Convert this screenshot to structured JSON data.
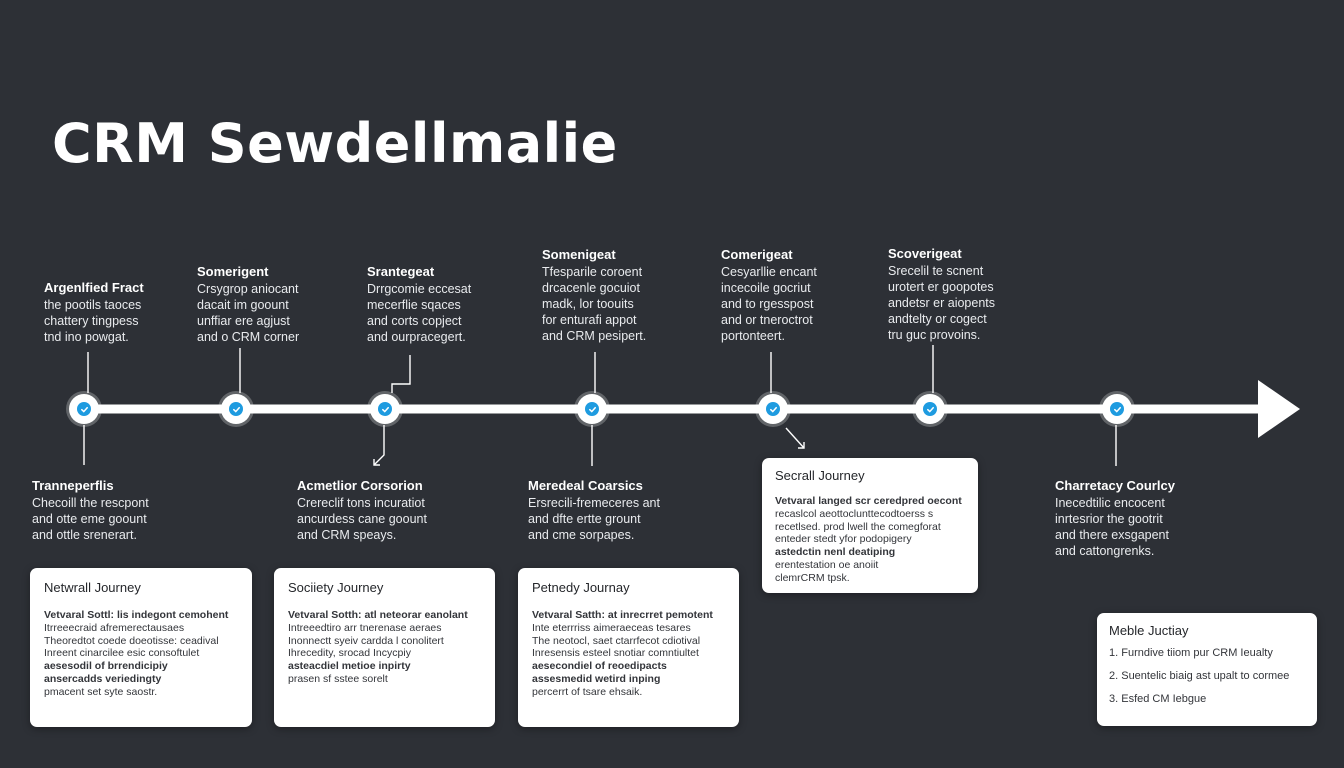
{
  "title": "CRM Sewdellmalie",
  "colors": {
    "background": "#2d3036",
    "timeline": "#ffffff",
    "node_check": "#1e9be0",
    "card": "#ffffff"
  },
  "top_labels": [
    {
      "head": "Argenlfied Fract",
      "lines": [
        "the pootils taoces",
        "chattery tingpess",
        "tnd ino powgat."
      ]
    },
    {
      "head": "Somerigent",
      "lines": [
        "Crsygrop aniocant",
        "dacait im goount",
        "unffiar ere agjust",
        "and o CRM corner"
      ]
    },
    {
      "head": "Srantegeat",
      "lines": [
        "Drrgcomie eccesat",
        "mecerflie sqaces",
        "and corts copject",
        "and ourpracegert."
      ]
    },
    {
      "head": "Somenigeat",
      "lines": [
        "Tfesparile coroent",
        "drcacenle gocuiot",
        "madk, lor toouits",
        "for enturafi appot",
        "and CRM pesipert."
      ]
    },
    {
      "head": "Comerigeat",
      "lines": [
        "Cesyarllie encant",
        "incecoile gocriut",
        "and to rgesspost",
        "and or tneroctrot",
        "portonteert."
      ]
    },
    {
      "head": "Scoverigeat",
      "lines": [
        "Srecelil te scnent",
        "urotert er goopotes",
        "andetsr er aiopents",
        "andtelty or cogect",
        "tru guc provoins."
      ]
    }
  ],
  "bottom_labels": [
    {
      "head": "Tranneperflis",
      "lines": [
        "Checoill the rescpont",
        "and otte eme goount",
        "and ottle srenerart."
      ]
    },
    {
      "head": "Acmetlior Corsorion",
      "lines": [
        "Crereclif tons incuratiot",
        "ancurdess cane goount",
        "and CRM speays."
      ]
    },
    {
      "head": "Meredeal Coarsics",
      "lines": [
        "Ersrecili-fremeceres ant",
        "and dfte ertte grount",
        "and cme sorpapes."
      ]
    },
    {
      "head": "Charretacy Courlcy",
      "lines": [
        "Inecedtilic encocent",
        "inrtesrior the gootrit",
        "and there exsgapent",
        "and cattongrenks."
      ]
    }
  ],
  "cards": [
    {
      "title": "Netwrall Journey",
      "rows": [
        {
          "t": "Vetvaral Sottl: lis indegont cemohent",
          "b": true
        },
        {
          "t": "Itrreeecraid afremerectausaes",
          "b": false
        },
        {
          "t": "Theoredtot coede doeotisse: ceadival",
          "b": false
        },
        {
          "t": "Inreent cinarcilee esic consoftulet",
          "b": false
        },
        {
          "t": "aesesodil of brrendicipiy",
          "b": true
        },
        {
          "t": "ansercadds veriedingty",
          "b": true
        },
        {
          "t": "pmacent set syte saostr.",
          "b": false
        }
      ]
    },
    {
      "title": "Sociiety Journey",
      "rows": [
        {
          "t": "Vetvaral Sotth: atl neteorar eanolant",
          "b": true
        },
        {
          "t": "Intreeedtiro arr tnerenase aeraes",
          "b": false
        },
        {
          "t": "Inonnectt syeiv cardda l conolitert",
          "b": false
        },
        {
          "t": "Ihrecedity, srocad Incycpiy",
          "b": false
        },
        {
          "t": "asteacdiel metioe inpirty",
          "b": true
        },
        {
          "t": "prasen sf sstee sorelt",
          "b": false
        }
      ]
    },
    {
      "title": "Petnedy Journay",
      "rows": [
        {
          "t": "Vetvaral Satth: at inrecrret pemotent",
          "b": true
        },
        {
          "t": "Inte eterrriss  aimeraeceas tesares",
          "b": false
        },
        {
          "t": "The neotocl, saet ctarrfecot cdiotival",
          "b": false
        },
        {
          "t": "Inresensis esteel snotiar comntiultet",
          "b": false
        },
        {
          "t": "aesecondiel of reoedipacts",
          "b": true
        },
        {
          "t": "assesmedid wetird inping",
          "b": true
        },
        {
          "t": "percerrt of tsare ehsaik.",
          "b": false
        }
      ]
    },
    {
      "title": "Secrall Journey",
      "rows": [
        {
          "t": "Vetvaral langed scr ceredpred oecont",
          "b": true
        },
        {
          "t": "recaslcol aeottoclunttecodtoerss s",
          "b": false
        },
        {
          "t": "recetlsed. prod lwell the comegforat",
          "b": false
        },
        {
          "t": "enteder stedt yfor podopigery",
          "b": false
        },
        {
          "t": "astedctin nenl deatiping",
          "b": true
        },
        {
          "t": "erentestation oe anoiit",
          "b": false
        },
        {
          "t": "clemrCRM tpsk.",
          "b": false
        }
      ]
    }
  ],
  "mini_card": {
    "title": "Meble Juctiay",
    "items": [
      "1.  Furndive tiiom pur CRM Ieualty",
      "2.  Suentelic biaig ast upalt to cormee",
      "3.  Esfed CM Iebgue"
    ]
  }
}
